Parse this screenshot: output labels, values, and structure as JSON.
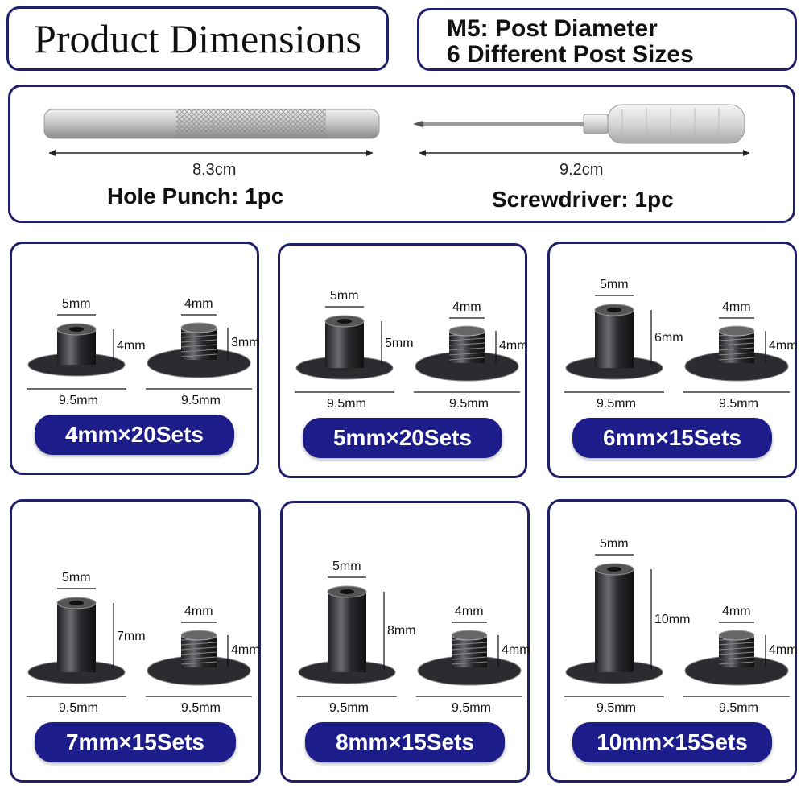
{
  "header": {
    "title": "Product Dimensions",
    "spec_line1": "M5: Post Diameter",
    "spec_line2": "6 Different Post Sizes"
  },
  "tools": {
    "punch": {
      "length": "8.3cm",
      "label": "Hole Punch: 1pc"
    },
    "screwdriver": {
      "length": "9.2cm",
      "label": "Screwdriver: 1pc"
    }
  },
  "colors": {
    "frame": "#20206a",
    "pill": "#1c1c8a",
    "metal": "#3a3a3e"
  },
  "sets": [
    {
      "post_width": "5mm",
      "post_height": "4mm",
      "screw_width": "4mm",
      "screw_height": "3mm",
      "base_post": "9.5mm",
      "base_screw": "9.5mm",
      "label": "4mm×20Sets"
    },
    {
      "post_width": "5mm",
      "post_height": "5mm",
      "screw_width": "4mm",
      "screw_height": "4mm",
      "base_post": "9.5mm",
      "base_screw": "9.5mm",
      "label": "5mm×20Sets"
    },
    {
      "post_width": "5mm",
      "post_height": "6mm",
      "screw_width": "4mm",
      "screw_height": "4mm",
      "base_post": "9.5mm",
      "base_screw": "9.5mm",
      "label": "6mm×15Sets"
    },
    {
      "post_width": "5mm",
      "post_height": "7mm",
      "screw_width": "4mm",
      "screw_height": "4mm",
      "base_post": "9.5mm",
      "base_screw": "9.5mm",
      "label": "7mm×15Sets"
    },
    {
      "post_width": "5mm",
      "post_height": "8mm",
      "screw_width": "4mm",
      "screw_height": "4mm",
      "base_post": "9.5mm",
      "base_screw": "9.5mm",
      "label": "8mm×15Sets"
    },
    {
      "post_width": "5mm",
      "post_height": "10mm",
      "screw_width": "4mm",
      "screw_height": "4mm",
      "base_post": "9.5mm",
      "base_screw": "9.5mm",
      "label": "10mm×15Sets"
    }
  ]
}
